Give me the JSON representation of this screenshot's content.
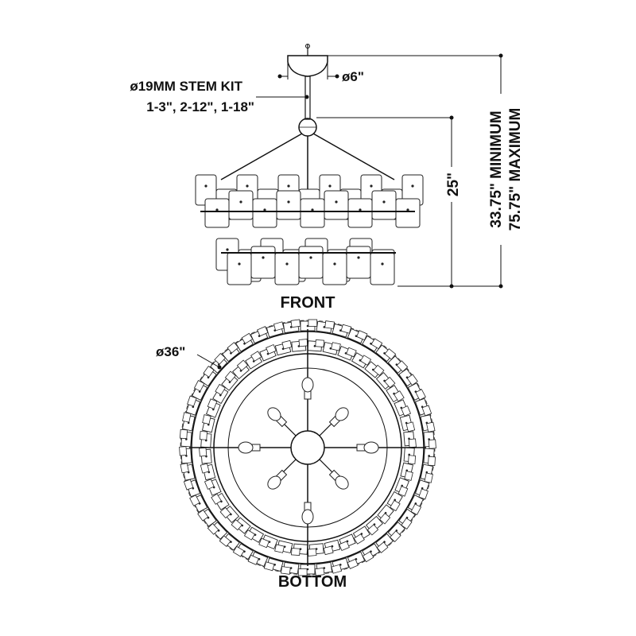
{
  "labels": {
    "stem_kit": "ø19MM STEM KIT",
    "stem_lengths": "1-3\", 2-12\", 1-18\"",
    "canopy_diameter": "ø6\"",
    "fixture_height": "25\"",
    "overall_min": "33.75\" MINIMUM",
    "overall_max": "75.75\" MAXIMUM",
    "front_view": "FRONT",
    "bottom_diameter": "ø36\"",
    "bottom_view": "BOTTOM"
  },
  "colors": {
    "line": "#111111",
    "background": "#ffffff"
  }
}
